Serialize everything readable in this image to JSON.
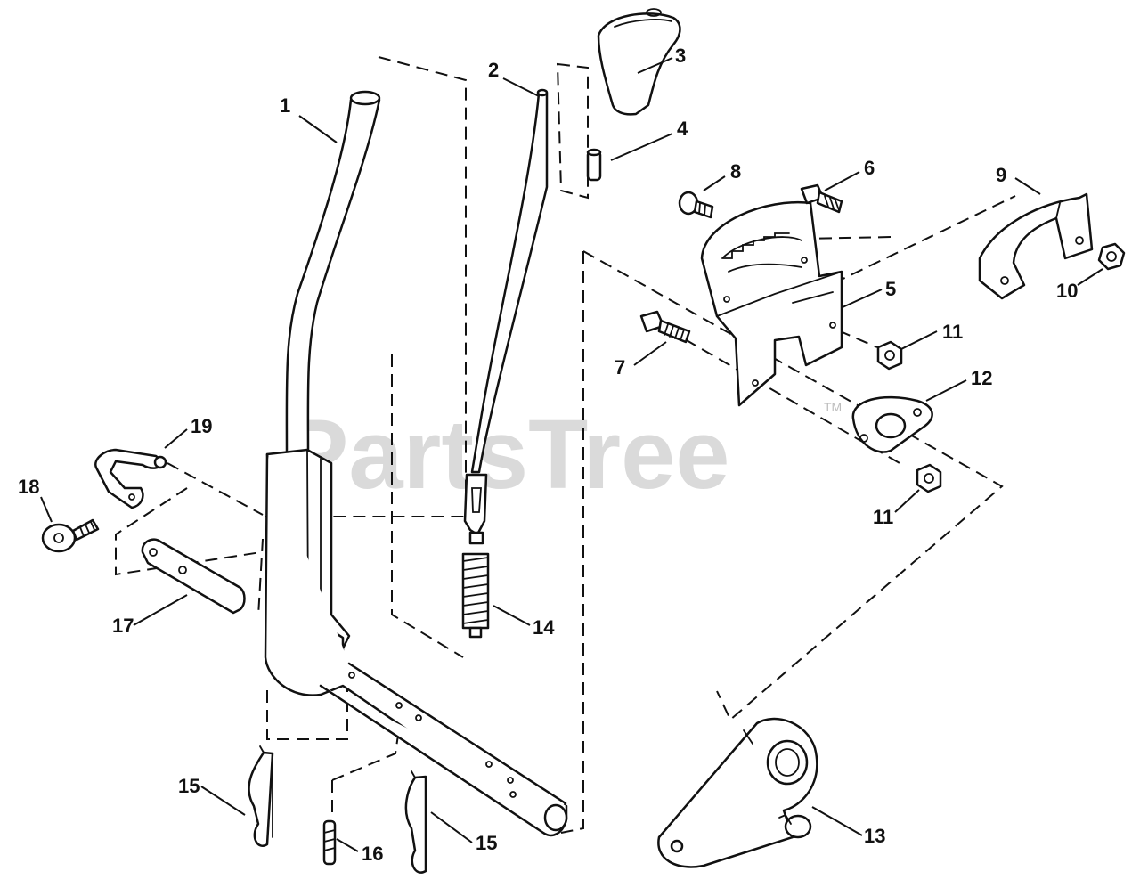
{
  "watermark": {
    "text": "PartsTree",
    "trademark": "TM"
  },
  "callouts": [
    "1",
    "2",
    "3",
    "4",
    "5",
    "6",
    "7",
    "8",
    "9",
    "10",
    "11",
    "11",
    "12",
    "13",
    "14",
    "15",
    "15",
    "16",
    "17",
    "18",
    "19"
  ]
}
